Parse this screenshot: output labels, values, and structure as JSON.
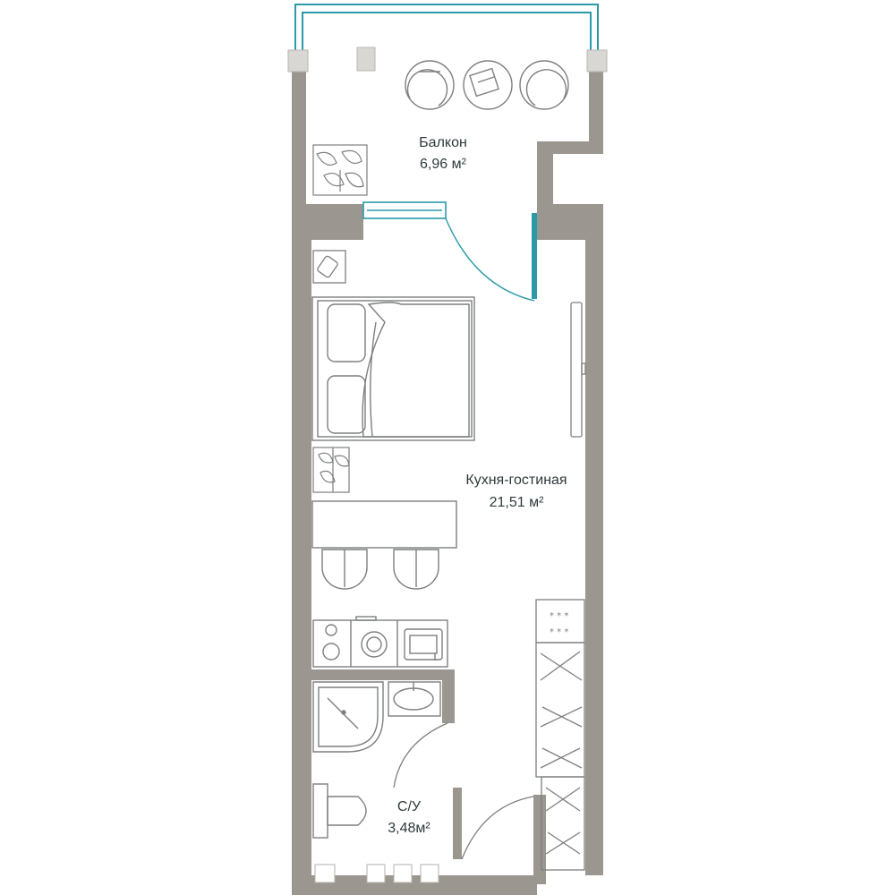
{
  "rooms": {
    "balcony": {
      "name": "Балкон",
      "area": "6,96 м²"
    },
    "living": {
      "name": "Кухня-гостиная",
      "area": "21,51 м²"
    },
    "bathroom": {
      "name": "С/У",
      "area": "3,48м²"
    }
  },
  "colors": {
    "wall": "#9b9690",
    "window": "#2a9aa8",
    "furniture": "#7d7f80",
    "text": "#2f3a3c"
  }
}
